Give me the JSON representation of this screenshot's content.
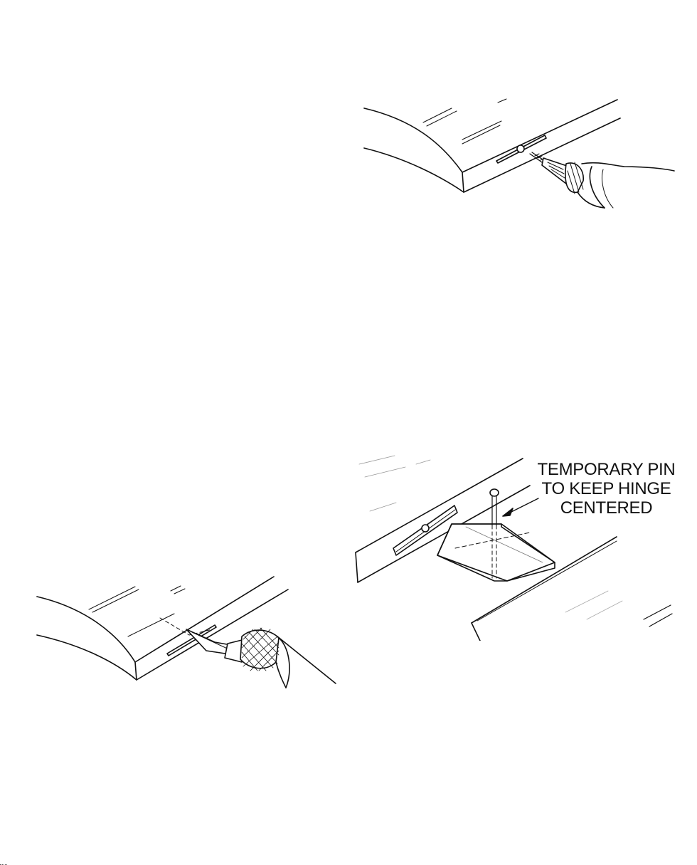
{
  "diagram": {
    "panels": [
      {
        "id": "drill",
        "icon": "drill-icon"
      },
      {
        "id": "pin",
        "icon": "pin-icon"
      },
      {
        "id": "knife",
        "icon": "hobby-knife-icon"
      }
    ],
    "callout": {
      "line1": "TEMPORARY PIN",
      "line2": "TO KEEP HINGE",
      "line3": "CENTERED"
    }
  }
}
